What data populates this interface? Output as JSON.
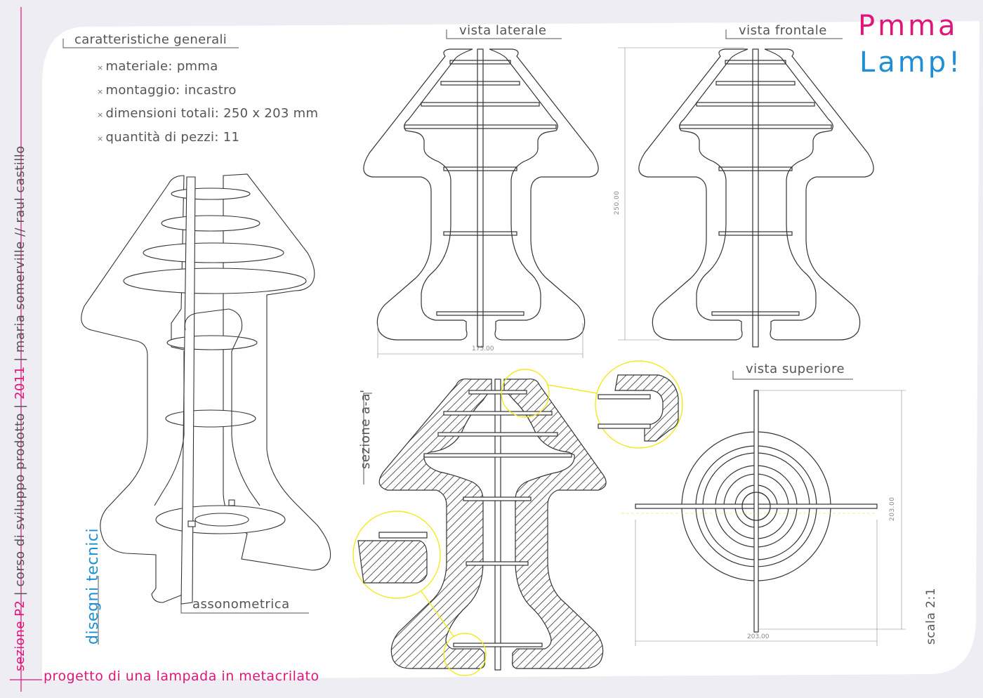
{
  "brand": {
    "line1": "Pmma",
    "line2": "Lamp!"
  },
  "general_features": {
    "heading": "caratteristiche generali",
    "items": [
      "materiale: pmma",
      "montaggio: incastro",
      "dimensioni totali: 250 x 203 mm",
      "quantità di pezzi: 11"
    ],
    "bullet": "×"
  },
  "views": {
    "side": "vista laterale",
    "front": "vista frontale",
    "top": "vista superiore",
    "section": "sezione a-a'",
    "axonometric": "assonometrica"
  },
  "dimensions": {
    "side_width": "175.00",
    "front_height": "250.00",
    "top_width": "203.00",
    "top_height": "203.00"
  },
  "scale": "scala 2:1",
  "subtitle": "disegni tecnici",
  "sidebar": {
    "section": "sezione P2",
    "course": "corso di sviluppo prodotto",
    "year": "2011",
    "authors": "maria somerville // raul castillo"
  },
  "footer": "progetto di una lampada in metacrilato",
  "colors": {
    "magenta": "#e0157a",
    "blue": "#1e8fd4",
    "yellow": "#f2ea1e",
    "line": "#333333",
    "background": "#eeedf3",
    "sheet": "#ffffff"
  }
}
